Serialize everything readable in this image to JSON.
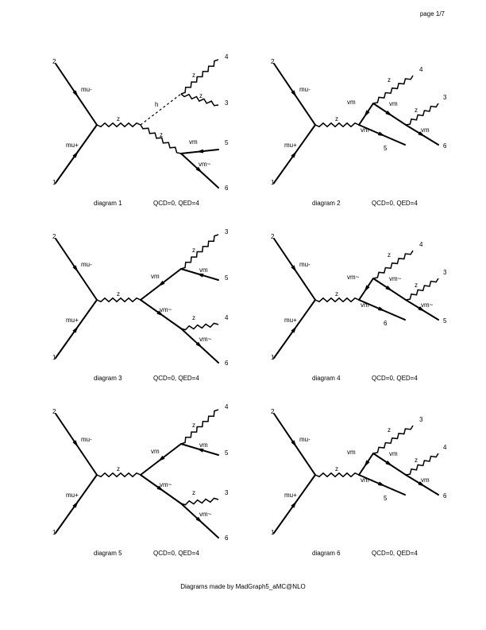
{
  "page": {
    "number": "page 1/7"
  },
  "footer": {
    "text": "Diagrams made by MadGraph5_aMC@NLO"
  },
  "diagrams": [
    {
      "title": "diagram 1",
      "orders": "QCD=0, QED=4",
      "ext": {
        "e1": "1",
        "e2": "2",
        "e3": "4",
        "e4": "3",
        "e5": "5",
        "e6": "6"
      },
      "props": {
        "in_top": "mu-",
        "in_bot": "mu+",
        "mid": "z",
        "up": "h",
        "down": "z",
        "top1": "z",
        "top2": "z",
        "bot1": "vm",
        "bot2": "vm~"
      }
    },
    {
      "title": "diagram 2",
      "orders": "QCD=0, QED=4",
      "ext": {
        "e1": "1",
        "e2": "2",
        "e3": "4",
        "e4": "3",
        "e5": "5",
        "e6": "6"
      },
      "props": {
        "in_top": "mu-",
        "in_bot": "mu+",
        "mid": "z",
        "up": "vm",
        "down": "vm~",
        "sub1": "vm",
        "sub2": "z",
        "sub3": "z",
        "sub4": "vm"
      }
    },
    {
      "title": "diagram 3",
      "orders": "QCD=0, QED=4",
      "ext": {
        "e1": "1",
        "e2": "2",
        "e3": "3",
        "e4": "5",
        "e5": "4",
        "e6": "6"
      },
      "props": {
        "in_top": "mu-",
        "in_bot": "mu+",
        "mid": "z",
        "up": "vm",
        "down": "vm~",
        "top1": "z",
        "top2": "vm",
        "bot1": "z",
        "bot2": "vm~"
      }
    },
    {
      "title": "diagram 4",
      "orders": "QCD=0, QED=4",
      "ext": {
        "e1": "1",
        "e2": "2",
        "e3": "4",
        "e4": "3",
        "e5": "6",
        "e6": "5"
      },
      "props": {
        "in_top": "mu-",
        "in_bot": "mu+",
        "mid": "z",
        "up": "vm~",
        "down": "vm",
        "sub1": "vm~",
        "sub2": "z",
        "sub3": "z",
        "sub4": "vm~"
      }
    },
    {
      "title": "diagram 5",
      "orders": "QCD=0, QED=4",
      "ext": {
        "e1": "1",
        "e2": "2",
        "e3": "4",
        "e4": "5",
        "e5": "3",
        "e6": "6"
      },
      "props": {
        "in_top": "mu-",
        "in_bot": "mu+",
        "mid": "z",
        "up": "vm",
        "down": "vm~",
        "top1": "z",
        "top2": "vm",
        "bot1": "z",
        "bot2": "vm~"
      }
    },
    {
      "title": "diagram 6",
      "orders": "QCD=0, QED=4",
      "ext": {
        "e1": "1",
        "e2": "2",
        "e3": "3",
        "e4": "4",
        "e5": "5",
        "e6": "6"
      },
      "props": {
        "in_top": "mu-",
        "in_bot": "mu+",
        "mid": "z",
        "up": "vm",
        "down": "vm~",
        "sub1": "vm",
        "sub2": "z",
        "sub3": "z",
        "sub4": "vm"
      }
    }
  ]
}
